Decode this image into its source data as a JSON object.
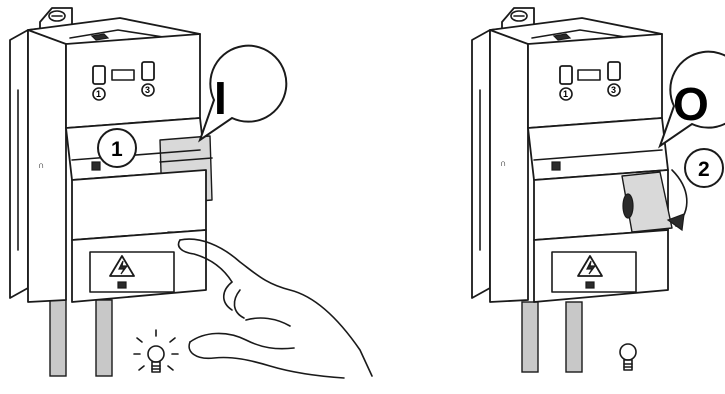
{
  "left_panel": {
    "callout_symbol": "I",
    "step_number": "1",
    "terminal_labels": [
      "1",
      "3"
    ],
    "side_symbol": "∩"
  },
  "right_panel": {
    "callout_symbol": "O",
    "step_number": "2",
    "terminal_labels": [
      "1",
      "3"
    ],
    "side_symbol": "∩"
  },
  "icons": {
    "left_indicator": "lamp-on-icon",
    "right_indicator": "lamp-off-icon",
    "warning": "high-voltage-warning-icon"
  }
}
